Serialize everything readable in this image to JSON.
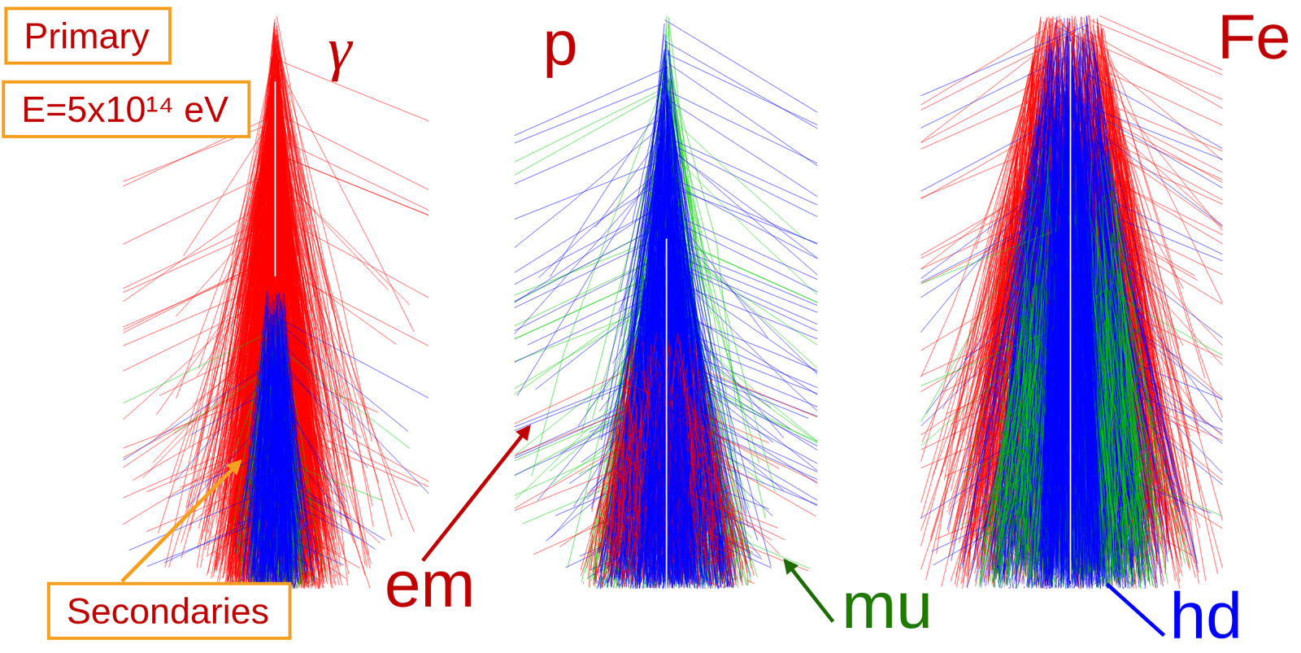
{
  "diagram": {
    "nodes": [
      {
        "text": [
          "Primary"
        ]
      },
      {
        "text": [
          "E=5x10¹⁴ eV"
        ]
      },
      {
        "text": [
          "Secondaries"
        ]
      }
    ],
    "labels": [
      "γ",
      "p",
      "Fe",
      "em",
      "mu",
      "hd"
    ]
  }
}
